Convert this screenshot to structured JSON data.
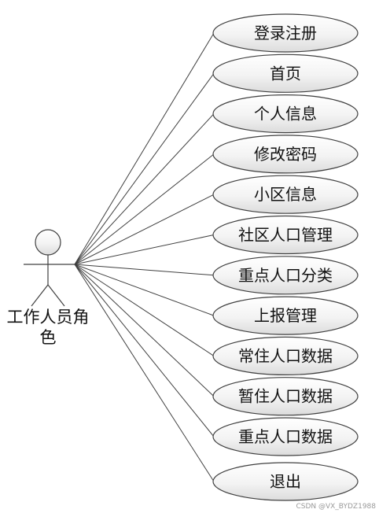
{
  "actor": {
    "label_line1": "工作人员角",
    "label_line2": "色"
  },
  "use_cases": [
    "登录注册",
    "首页",
    "个人信息",
    "修改密码",
    "小区信息",
    "社区人口管理",
    "重点人口分类",
    "上报管理",
    "常住人口数据",
    "暂住人口数据",
    "重点人口数据",
    "退出"
  ],
  "watermark": "CSDN @VX_BYDZ1988",
  "colors": {
    "stroke": "#404040",
    "ellipse_fill_top": "#ffffff",
    "ellipse_fill_bottom": "#dedede"
  }
}
